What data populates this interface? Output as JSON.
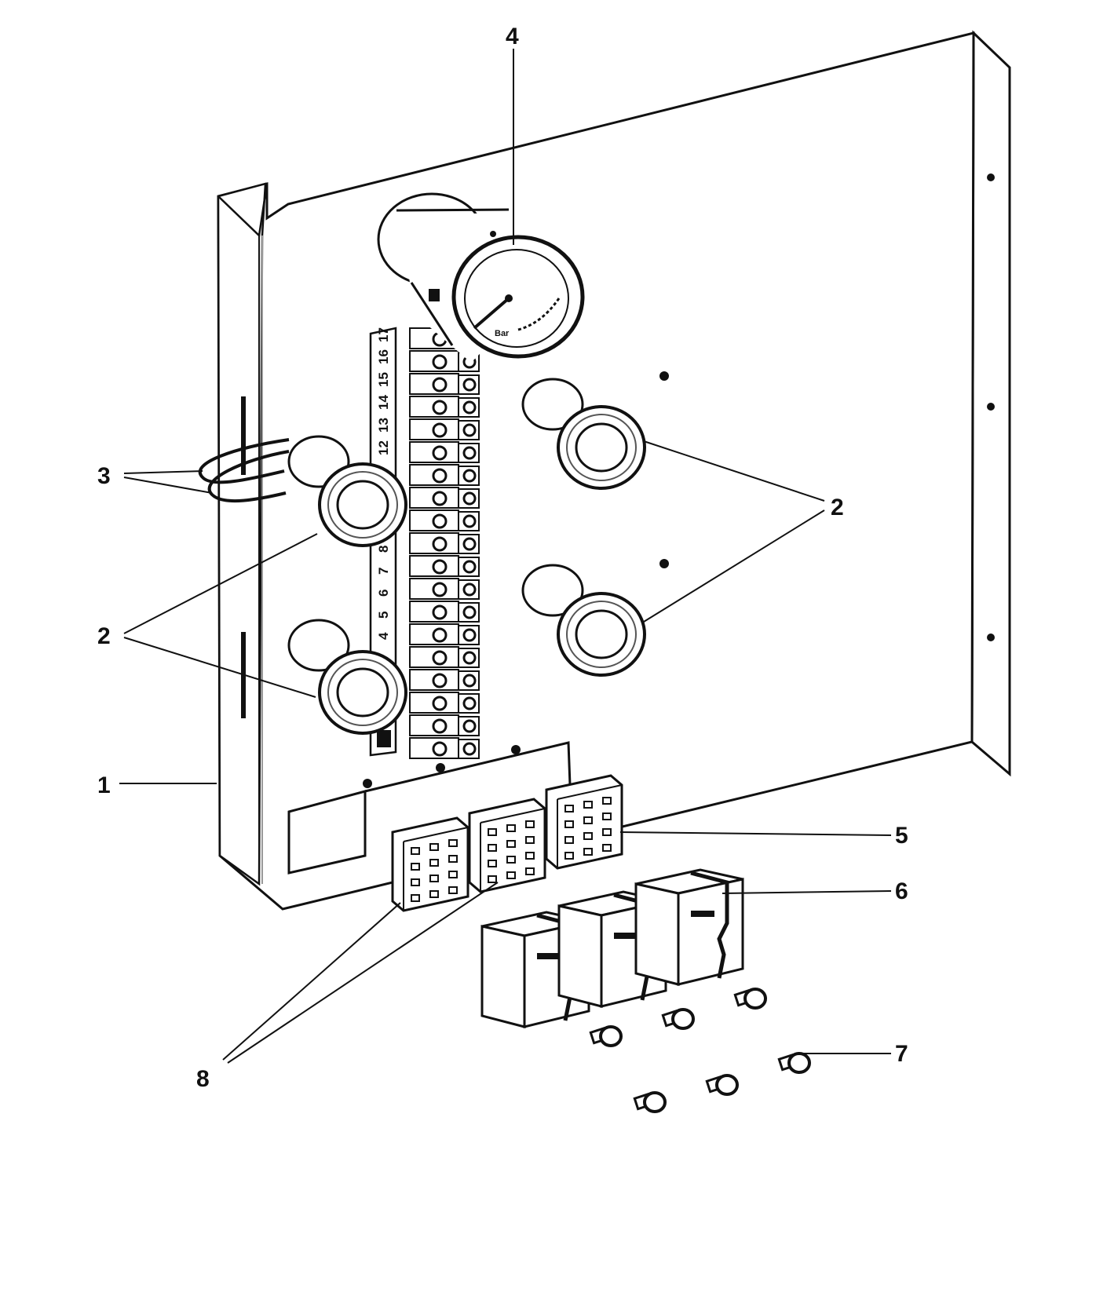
{
  "diagram": {
    "callouts": {
      "c1": "1",
      "c2_left": "2",
      "c2_right": "2",
      "c3": "3",
      "c4": "4",
      "c5": "5",
      "c6": "6",
      "c7": "7",
      "c8": "8"
    },
    "terminal_strip_numbers": [
      "4",
      "5",
      "6",
      "7",
      "8",
      "12",
      "13",
      "14",
      "15",
      "16",
      "17"
    ],
    "gauge_label": "Bar"
  }
}
